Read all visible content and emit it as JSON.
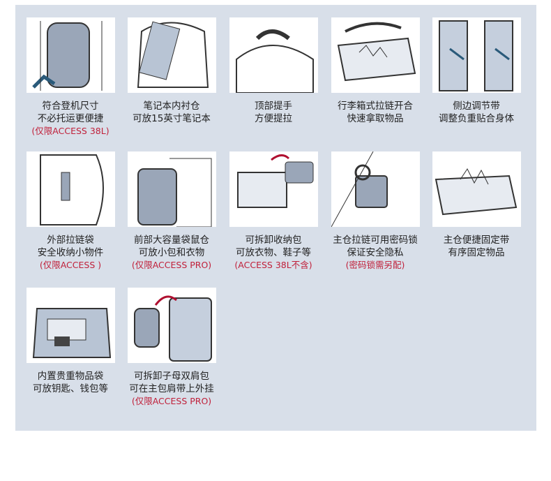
{
  "features": [
    {
      "icon": "carry-on-size",
      "lines": [
        "符合登机尺寸",
        "不必托运更便捷"
      ],
      "note": "(仅限ACCESS 38L)"
    },
    {
      "icon": "laptop-sleeve",
      "lines": [
        "笔记本内衬仓",
        "可放15英寸笔记本"
      ],
      "note": null
    },
    {
      "icon": "top-handle",
      "lines": [
        "顶部提手",
        "方便提拉"
      ],
      "note": null
    },
    {
      "icon": "suitcase-zip",
      "lines": [
        "行李箱式拉链开合",
        "快速拿取物品"
      ],
      "note": null
    },
    {
      "icon": "side-straps",
      "lines": [
        "侧边调节带",
        "调整负重贴合身体"
      ],
      "note": null
    },
    {
      "icon": "outer-zip-pocket",
      "lines": [
        "外部拉链袋",
        "安全收纳小物件"
      ],
      "note": "(仅限ACCESS )"
    },
    {
      "icon": "front-pocket",
      "lines": [
        "前部大容量袋鼠仓",
        "可放小包和衣物"
      ],
      "note": "(仅限ACCESS PRO)"
    },
    {
      "icon": "removable-pouch",
      "lines": [
        "可拆卸收纳包",
        "可放衣物、鞋子等"
      ],
      "note": "(ACCESS 38L不含)"
    },
    {
      "icon": "combination-lock",
      "lines": [
        "主仓拉链可用密码锁",
        "保证安全隐私"
      ],
      "note": "(密码锁需另配)"
    },
    {
      "icon": "compression-straps",
      "lines": [
        "主仓便捷固定带",
        "有序固定物品"
      ],
      "note": null
    },
    {
      "icon": "valuables-pocket",
      "lines": [
        "内置贵重物品袋",
        "可放钥匙、钱包等"
      ],
      "note": null
    },
    {
      "icon": "detachable-daypack",
      "lines": [
        "可拆卸子母双肩包",
        "可在主包肩带上外挂"
      ],
      "note": "(仅限ACCESS PRO)"
    }
  ]
}
